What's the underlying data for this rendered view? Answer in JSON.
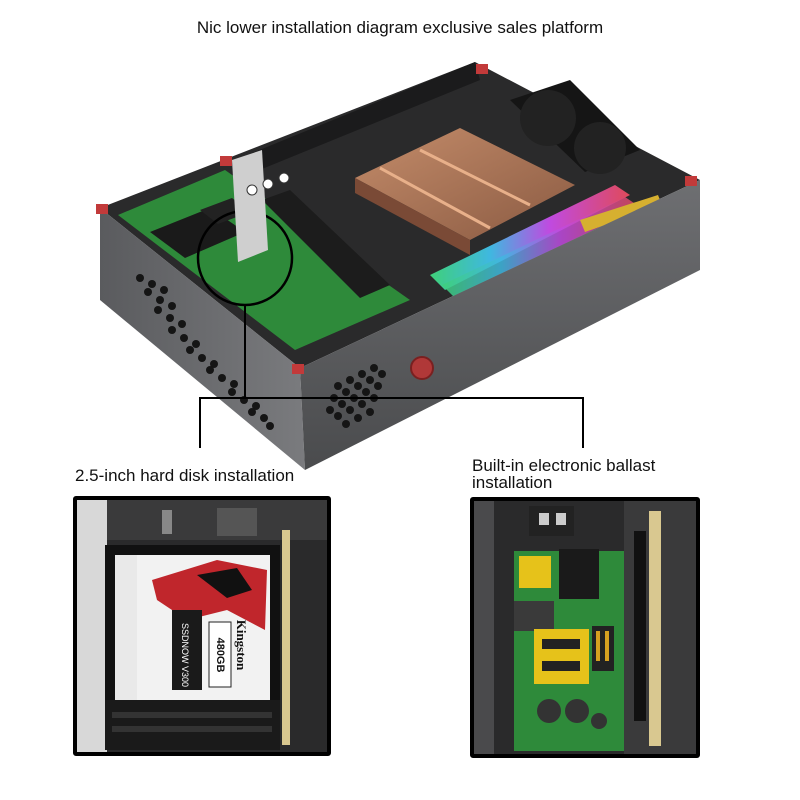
{
  "title": "Nic lower installation diagram exclusive sales platform",
  "callouts": {
    "hdd_label": "2.5-inch hard disk installation",
    "ballast_label_line1": "Built-in electronic ballast",
    "ballast_label_line2": "installation"
  },
  "ssd": {
    "brand": "Kingston",
    "model": "SSDNOW V300",
    "capacity": "480GB"
  },
  "colors": {
    "case": "#5f6062",
    "pcb": "#2e8a3a",
    "heatsink": "#b07a5a",
    "accent_red": "#c23a3a",
    "capacitor_yellow": "#e6c21a"
  },
  "icons": [
    "network-card",
    "cpu-heatsink",
    "rgb-ram-modules",
    "cooling-fan",
    "power-button",
    "ssd-drive",
    "power-board"
  ]
}
